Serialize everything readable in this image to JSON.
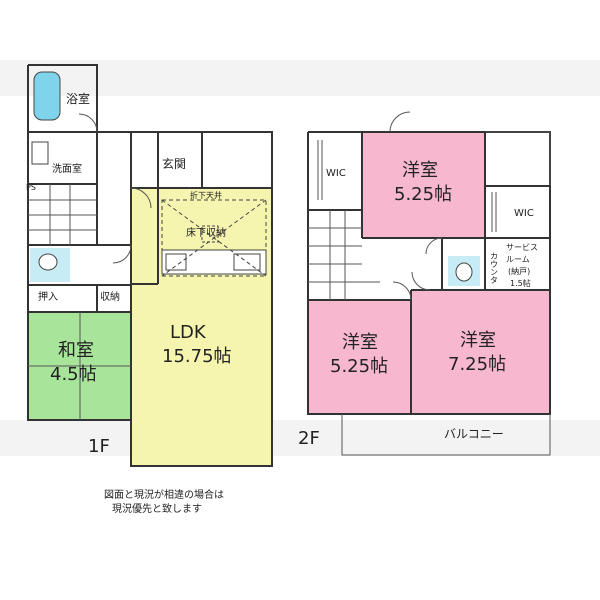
{
  "floor1": {
    "label": "1F",
    "bath": "浴室",
    "washroom": "洗面室",
    "ps": "PS",
    "entrance": "玄関",
    "oshiire": "押入",
    "storage": "収納",
    "washitsu_name": "和室",
    "washitsu_size": "4.5帖",
    "ldk_name": "LDK",
    "ldk_size": "15.75帖",
    "ceiling": "折下天井",
    "underfloor": "床下収納"
  },
  "floor2": {
    "label": "2F",
    "wic_left": "WIC",
    "wic_right": "WIC",
    "room_top_name": "洋室",
    "room_top_size": "5.25帖",
    "room_left_name": "洋室",
    "room_left_size": "5.25帖",
    "room_right_name": "洋室",
    "room_right_size": "7.25帖",
    "counter": "カウンタ",
    "service_room_lines": [
      "サービス",
      "ルーム",
      "(納戸)",
      "1.5帖"
    ],
    "balcony": "バルコニー"
  },
  "note_lines": [
    "図面と現況が相違の場合は",
    "現況優先と致します"
  ],
  "colors": {
    "washitsu": "#a8e59a",
    "ldk": "#f5f5b0",
    "youshitsu": "#f7b8cf",
    "bath_fixture": "#7fd4ec",
    "toilet_bg": "#c8ecf5"
  }
}
